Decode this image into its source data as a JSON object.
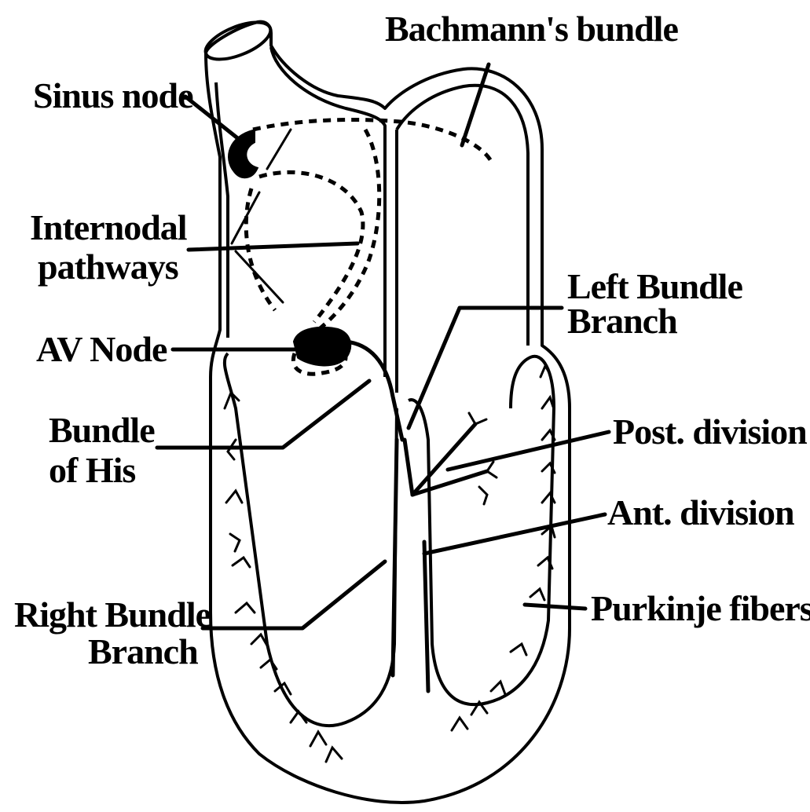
{
  "labels": {
    "bachmann": "Bachmann's bundle",
    "sinus": "Sinus node",
    "internodal_1": "Internodal",
    "internodal_2": "pathways",
    "av_node": "AV Node",
    "his_1": "Bundle",
    "his_2": "of His",
    "rbb_1": "Right Bundle",
    "rbb_2": "Branch",
    "lbb_1": "Left Bundle",
    "lbb_2": "Branch",
    "post": "Post. division",
    "ant": "Ant. division",
    "purkinje": "Purkinje fibers"
  },
  "colors": {
    "ink": "#000000",
    "background": "#ffffff"
  }
}
